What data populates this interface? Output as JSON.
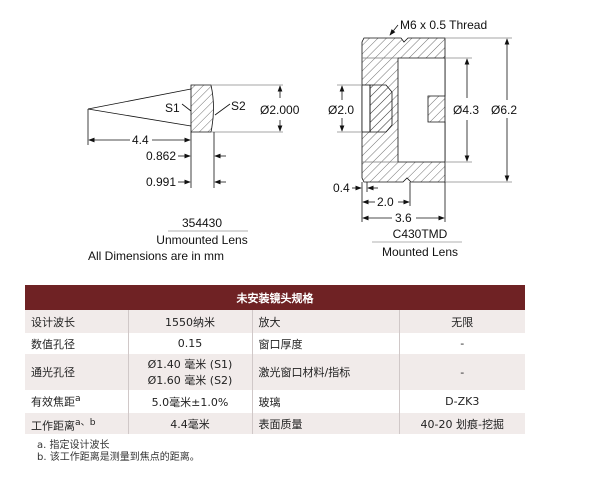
{
  "drawing": {
    "unmounted": {
      "s1": "S1",
      "s2": "S2",
      "diameter": "Ø2.000",
      "wd": "4.4",
      "ct1": "0.862",
      "ct2": "0.991",
      "part": "354430",
      "caption": "Unmounted Lens",
      "units_note": "All Dimensions are in mm"
    },
    "mounted": {
      "thread": "M6 x 0.5 Thread",
      "d_outer": "Ø6.2",
      "d_bore": "Ø4.3",
      "d_aperture": "Ø2.0",
      "d1": "0.4",
      "d2": "2.0",
      "d3": "3.6",
      "part": "C430TMD",
      "caption": "Mounted Lens"
    }
  },
  "table": {
    "title": "未安装镜头规格",
    "rows": [
      {
        "l1": "设计波长",
        "v1": "1550纳米",
        "l2": "放大",
        "v2": "无限"
      },
      {
        "l1": "数值孔径",
        "v1": "0.15",
        "l2": "窗口厚度",
        "v2": "-"
      },
      {
        "l1": "通光孔径",
        "v1": "Ø1.40 毫米 (S1)",
        "v1b": "Ø1.60 毫米 (S2)",
        "l2": "激光窗口材料/指标",
        "v2": "-"
      },
      {
        "l1": "有效焦距",
        "sup": "a",
        "v1": "5.0毫米±1.0%",
        "l2": "玻璃",
        "v2": "D-ZK3"
      },
      {
        "l1": "工作距离",
        "sup": "a、b",
        "v1": "4.4毫米",
        "l2": "表面质量",
        "v2": "40-20 划痕-挖掘"
      }
    ]
  },
  "notes": [
    "a. 指定设计波长",
    "b. 该工作距离是测量到焦点的距离。"
  ]
}
